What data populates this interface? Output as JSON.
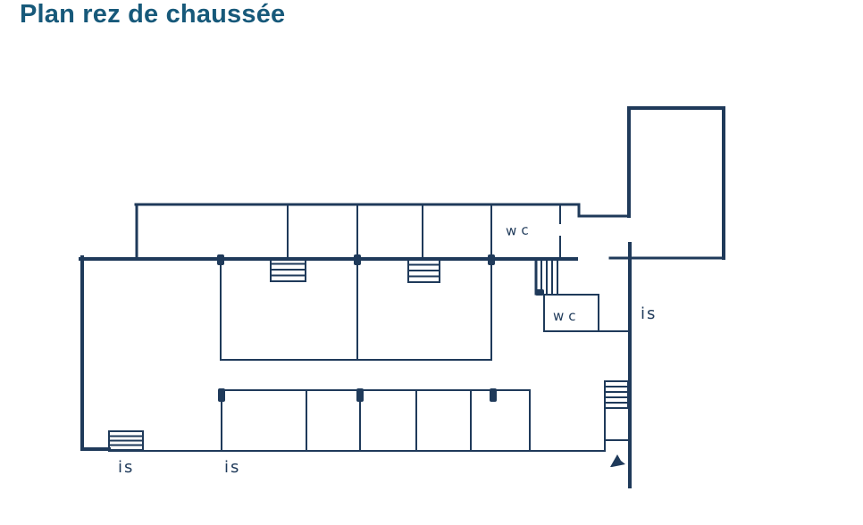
{
  "title": "Plan rez de chaussée",
  "colors": {
    "title_text": "#17597a",
    "plan_lines": "#1f3a5a",
    "background": "#ffffff"
  },
  "plan": {
    "labels": {
      "wc_upper": "wc",
      "wc_lower": "wc",
      "is_bottom_left": "is",
      "is_bottom_mid": "is",
      "is_right": "is"
    }
  }
}
